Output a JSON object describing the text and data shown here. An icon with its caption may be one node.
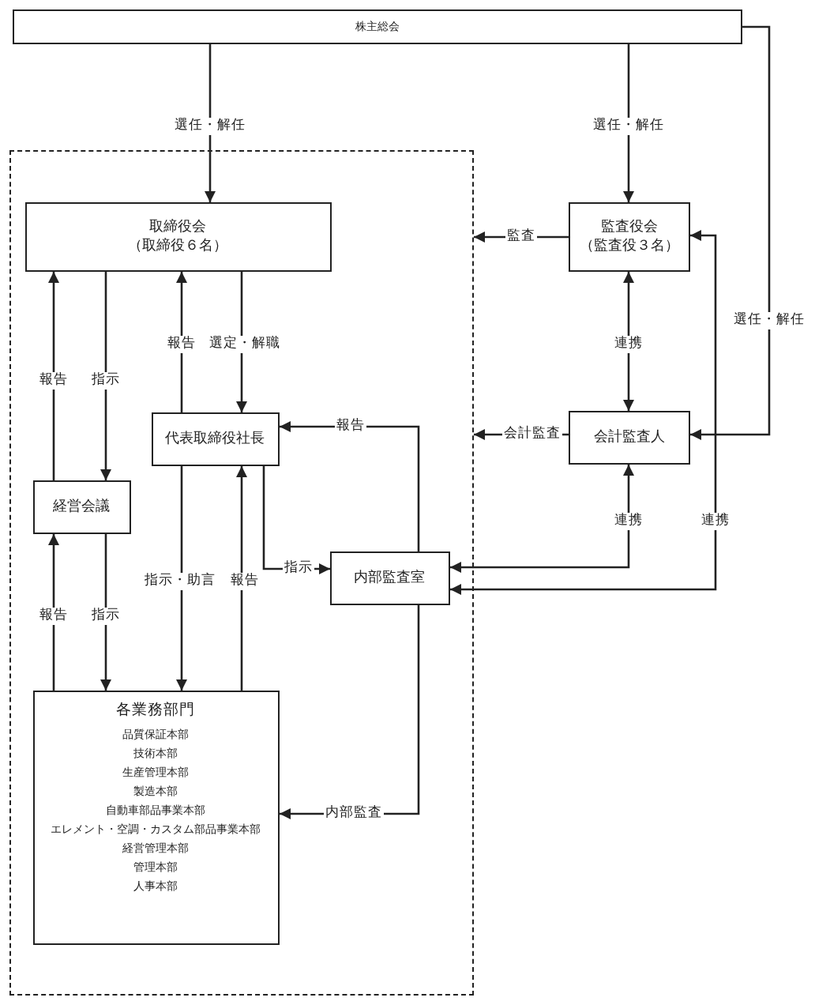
{
  "diagram": {
    "nodes": [
      {
        "text": [
          "株主総会"
        ]
      },
      {
        "text": [],
        "shape": "box"
      },
      {
        "text": [
          "取締役会",
          "（取締役６名）"
        ],
        "in": 1
      },
      {
        "text": [
          "代表取締役社長"
        ],
        "in": 1
      },
      {
        "text": [
          "経営会議"
        ],
        "in": 1
      },
      {
        "text": [
          "内部監査室"
        ],
        "in": 1
      },
      {
        "text": [
          "各業務部門",
          "品質保証本部",
          "技術本部",
          "生産管理本部",
          "製造本部",
          "自動車部品事業本部",
          "エレメント・空調・カスタム部品事業本部",
          "経営管理本部",
          "管理本部",
          "人事本部"
        ],
        "in": 1
      },
      {
        "text": [
          "監査役会",
          "（監査役３名）"
        ]
      },
      {
        "text": [
          "会計監査人"
        ]
      }
    ],
    "edges": [
      {
        "from": 0,
        "to": 2,
        "arrow": "to",
        "label": "選任・解任"
      },
      {
        "from": 0,
        "to": 7,
        "arrow": "to",
        "label": "選任・解任"
      },
      {
        "from": 0,
        "to": 8,
        "arrow": "to",
        "label": "選任・解任"
      },
      {
        "from": 7,
        "to": 1,
        "arrow": "to",
        "label": "監査"
      },
      {
        "from": 8,
        "to": 1,
        "arrow": "to",
        "label": "会計監査"
      },
      {
        "from": 7,
        "to": 8,
        "arrow": "both",
        "label": "連携"
      },
      {
        "from": 8,
        "to": 5,
        "arrow": "both",
        "label": "連携"
      },
      {
        "from": 7,
        "to": 5,
        "arrow": "both",
        "label": "連携"
      },
      {
        "from": 4,
        "to": 2,
        "arrow": "to",
        "label": "報告"
      },
      {
        "from": 2,
        "to": 4,
        "arrow": "to",
        "label": "指示"
      },
      {
        "from": 3,
        "to": 2,
        "arrow": "to",
        "label": "報告"
      },
      {
        "from": 2,
        "to": 3,
        "arrow": "to",
        "label": "選定・解職"
      },
      {
        "from": 6,
        "to": 4,
        "arrow": "to",
        "label": "報告"
      },
      {
        "from": 4,
        "to": 6,
        "arrow": "to",
        "label": "指示"
      },
      {
        "from": 3,
        "to": 6,
        "arrow": "to",
        "label": "指示・助言"
      },
      {
        "from": 6,
        "to": 3,
        "arrow": "to",
        "label": "報告"
      },
      {
        "from": 3,
        "to": 5,
        "arrow": "to",
        "label": "指示"
      },
      {
        "from": 5,
        "to": 3,
        "arrow": "to",
        "label": "報告"
      },
      {
        "from": 5,
        "to": 6,
        "arrow": "to",
        "label": "内部監査"
      }
    ]
  }
}
